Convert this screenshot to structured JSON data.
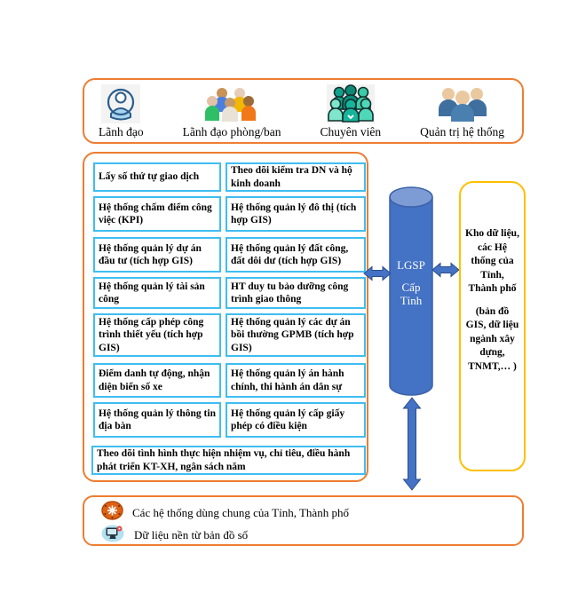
{
  "colors": {
    "frame_orange": "#ED7D31",
    "box_cyan": "#3FBDF2",
    "warehouse_yellow": "#FFC000",
    "hub_blue": "#4472C4"
  },
  "roles": {
    "items": [
      {
        "label": "Lãnh đạo",
        "icon": "leader-icon"
      },
      {
        "label": "Lãnh đạo phòng/ban",
        "icon": "department-leaders-icon"
      },
      {
        "label": "Chuyên viên",
        "icon": "specialists-icon"
      },
      {
        "label": "Quản trị hệ thống",
        "icon": "system-admins-icon"
      }
    ]
  },
  "systems": {
    "left": [
      "Lấy số thứ tự giao dịch",
      "Hệ thống chấm điểm công việc (KPI)",
      "Hệ thống quản lý dự án đầu tư (tích hợp GIS)",
      "Hệ thống quản lý tài sản công",
      "Hệ thống cấp phép công trình thiết yếu (tích hợp GIS)",
      "Điểm danh tự động, nhận diện biển số xe",
      "Hệ thống quản lý thông tin địa bàn"
    ],
    "right": [
      "Theo dõi kiểm tra DN và hộ kinh doanh",
      "Hệ thống quản lý đô thị (tích hợp GIS)",
      "Hệ thống quản lý đất công, đất dôi dư (tích hợp GIS)",
      "HT duy tu bảo dưỡng công trình giao thông",
      "Hệ thống quản lý các dự án bồi thường GPMB (tích hợp GIS)",
      "Hệ thống quản lý án hành chính, thi hành án dân sự",
      "Hệ thống quản lý cấp giấy phép có điều kiện"
    ],
    "full_width": "Theo dõi tình hình thực hiện nhiệm vụ, chỉ tiêu, điều hành phát triển KT-XH, ngân sách năm"
  },
  "hub": {
    "title": "LGSP",
    "subtitle": "Cấp Tỉnh"
  },
  "warehouse": {
    "line1": "Kho dữ liệu, các Hệ thống của Tỉnh, Thành phố",
    "line2": "(bản đồ GIS, dữ liệu ngành xây dựng, TNMT,… )"
  },
  "legend": {
    "items": [
      {
        "label": "Các hệ thống dùng chung của Tỉnh, Thành phố",
        "icon": "shared-systems-icon"
      },
      {
        "label": "Dữ liệu nền từ bản đồ số",
        "icon": "digital-map-data-icon"
      }
    ]
  }
}
